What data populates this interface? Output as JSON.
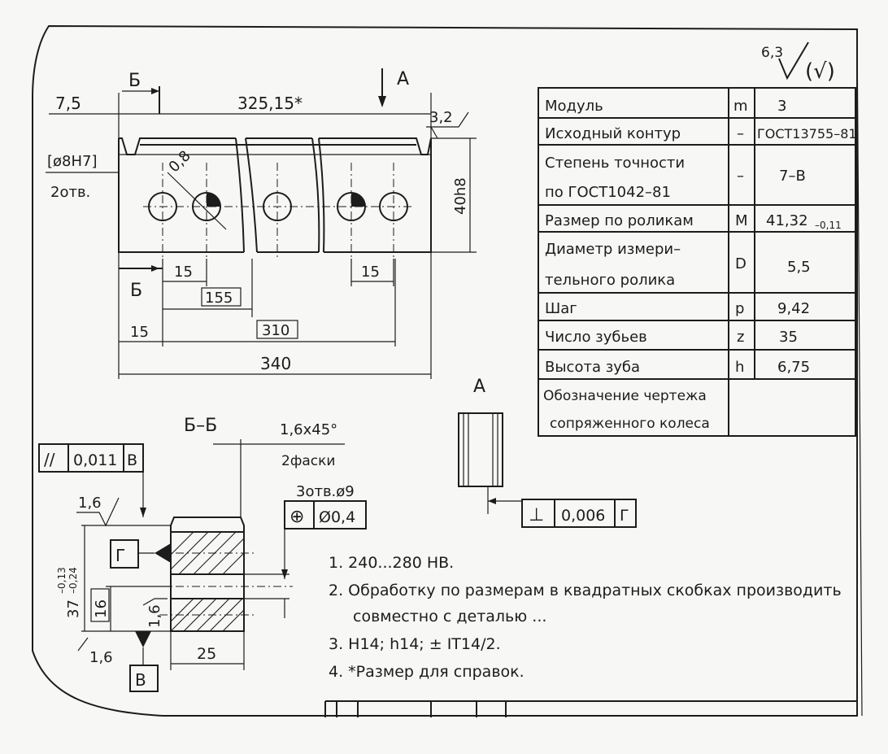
{
  "surface_finish": {
    "value": "6,3",
    "paren": "(√)"
  },
  "params_table": [
    {
      "name": "Модуль",
      "symbol": "m",
      "value": "3"
    },
    {
      "name": "Исходный контур",
      "symbol": "–",
      "value": "ГОСТ13755–81"
    },
    {
      "name_lines": [
        "Степень точности",
        "по ГОСТ1042–81"
      ],
      "symbol": "–",
      "value": "7–В"
    },
    {
      "name": "Размер по роликам",
      "symbol": "M",
      "value": "41,32",
      "tolerance": "–0,11"
    },
    {
      "name_lines": [
        "Диаметр измери–",
        "тельного ролика"
      ],
      "symbol": "D",
      "value": "5,5"
    },
    {
      "name": "Шаг",
      "symbol": "p",
      "value": "9,42"
    },
    {
      "name": "Число зубьев",
      "symbol": "z",
      "value": "35"
    },
    {
      "name": "Высота зуба",
      "symbol": "h",
      "value": "6,75"
    },
    {
      "name_lines": [
        "Обозначение чертежа",
        "сопряженного колеса"
      ],
      "symbol": "",
      "value": ""
    }
  ],
  "main_view": {
    "dim_7_5": "7,5",
    "dim_325": "325,15*",
    "dim_3_2": "3,2",
    "dim_40h8": "40h8",
    "hole_dia": "[ø8H7]",
    "hole_count": "2отв.",
    "dim_0_8": "0,8",
    "dim_15a": "15",
    "dim_15b": "15",
    "dim_155": "155",
    "dim_15c": "15",
    "dim_310": "310",
    "dim_340": "340",
    "section_mark_top": "Б",
    "section_mark_bottom": "Б",
    "view_arrow": "А"
  },
  "view_a": {
    "label": "А",
    "perp_symbol": "⊥",
    "perp_value": "0,006",
    "perp_datum": "Г"
  },
  "section_bb": {
    "title": "Б–Б",
    "chamfer": "1,6х45°",
    "chamfer_count": "2фаски",
    "holes": "3отв.ø9",
    "position_symbol": "⊕",
    "position_value": "Ø0,4",
    "parallel_symbol": "//",
    "parallel_value": "0,011",
    "parallel_datum": "В",
    "rough_top": "1,6",
    "rough_side": "1,6",
    "rough_bottom": "1,6",
    "dim_37": "37",
    "tol_upper": "–0,13",
    "tol_lower": "–0,24",
    "dim_16": "16",
    "dim_25": "25",
    "datum_g": "Г",
    "datum_v": "В"
  },
  "notes": [
    "1. 240...280 HB.",
    "2. Обработку по размерам в квадратных скобках производить",
    "совместно с деталью ...",
    "3. H14; h14; ± IT14/2.",
    "4. *Размер для справок."
  ]
}
